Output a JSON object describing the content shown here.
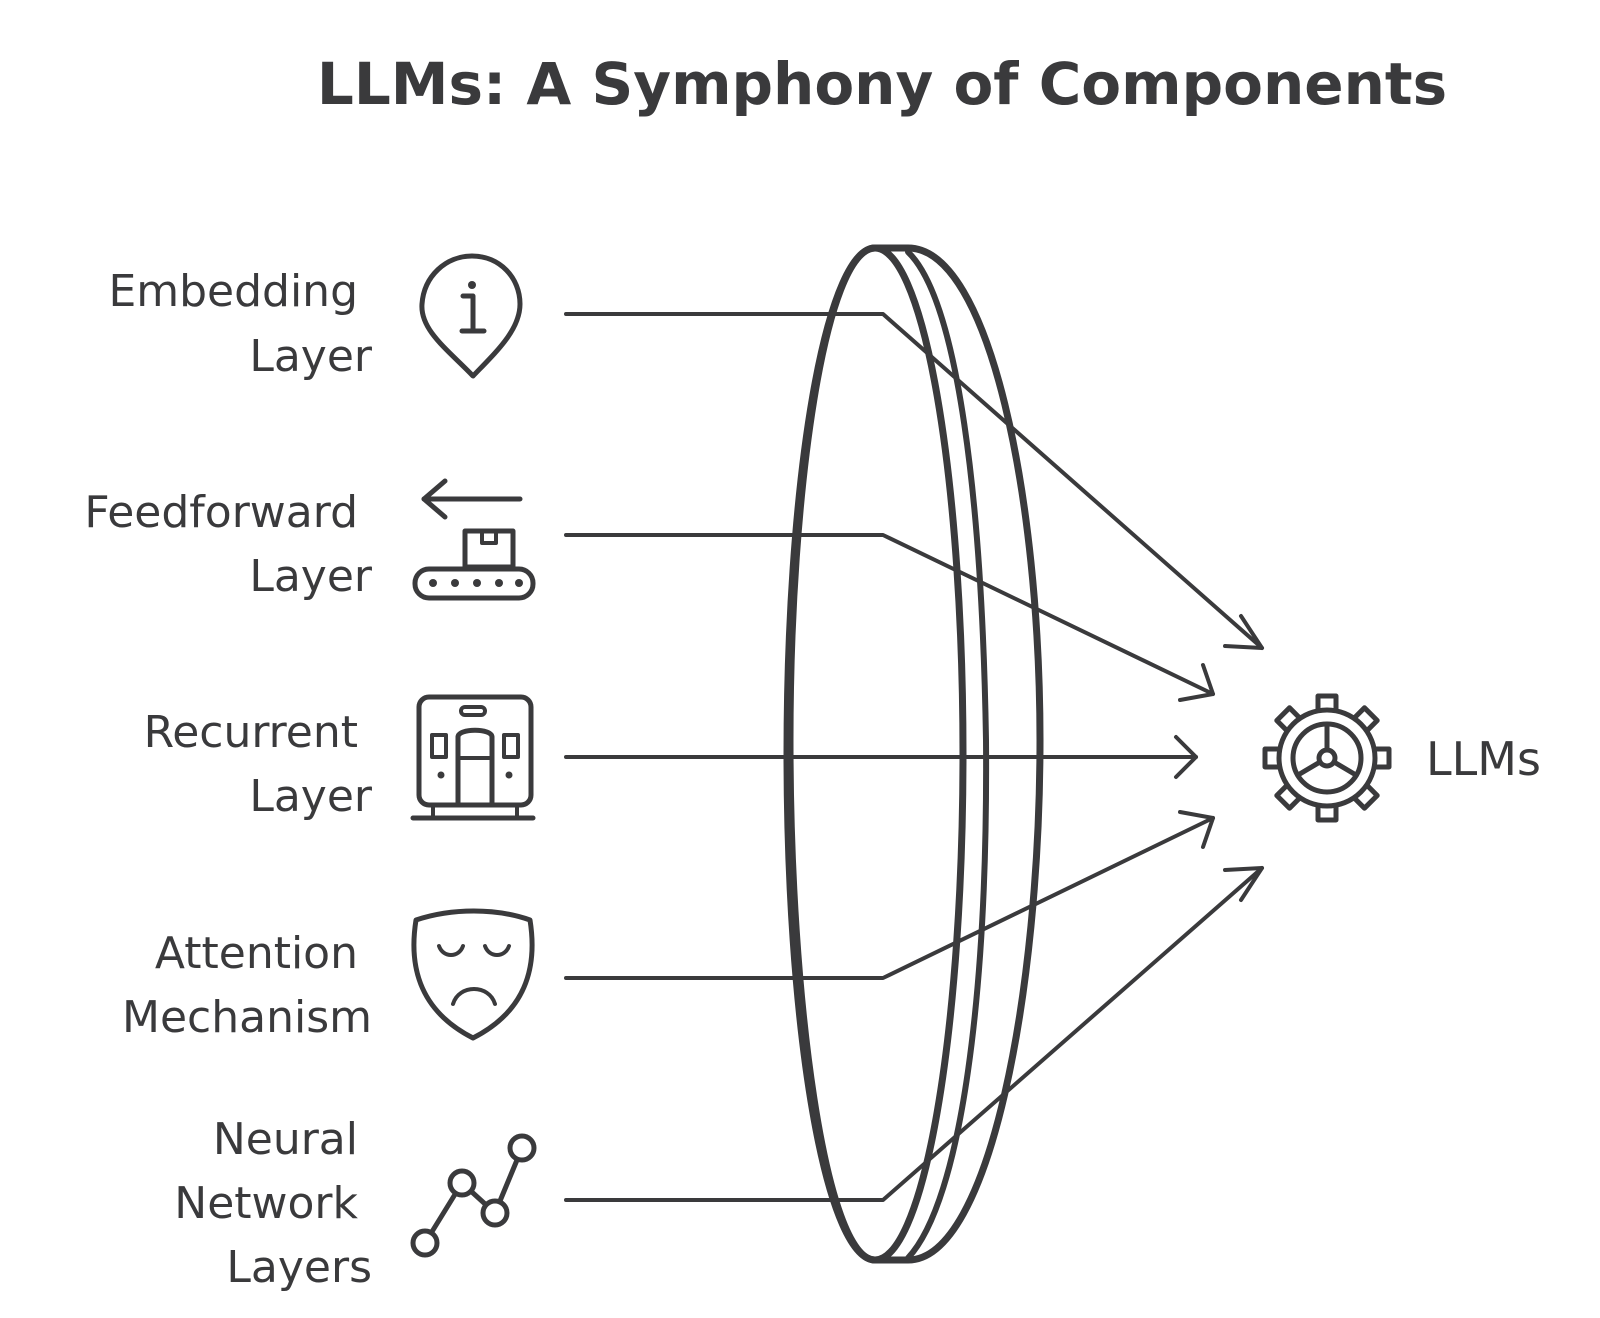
{
  "title": "LLMs: A Symphony of Components",
  "components": [
    {
      "lines": [
        "Embedding",
        "Layer"
      ],
      "icon": "info-pin-icon"
    },
    {
      "lines": [
        "Feedforward",
        "Layer"
      ],
      "icon": "conveyor-belt-icon"
    },
    {
      "lines": [
        "Recurrent",
        "Layer"
      ],
      "icon": "train-icon"
    },
    {
      "lines": [
        "Attention",
        "Mechanism"
      ],
      "icon": "sad-mask-icon"
    },
    {
      "lines": [
        "Neural",
        "Network",
        "Layers"
      ],
      "icon": "node-graph-icon"
    }
  ],
  "output": {
    "label": "LLMs",
    "icon": "gear-icon"
  },
  "colors": {
    "ink": "#3a3a3c",
    "background": "#ffffff"
  }
}
